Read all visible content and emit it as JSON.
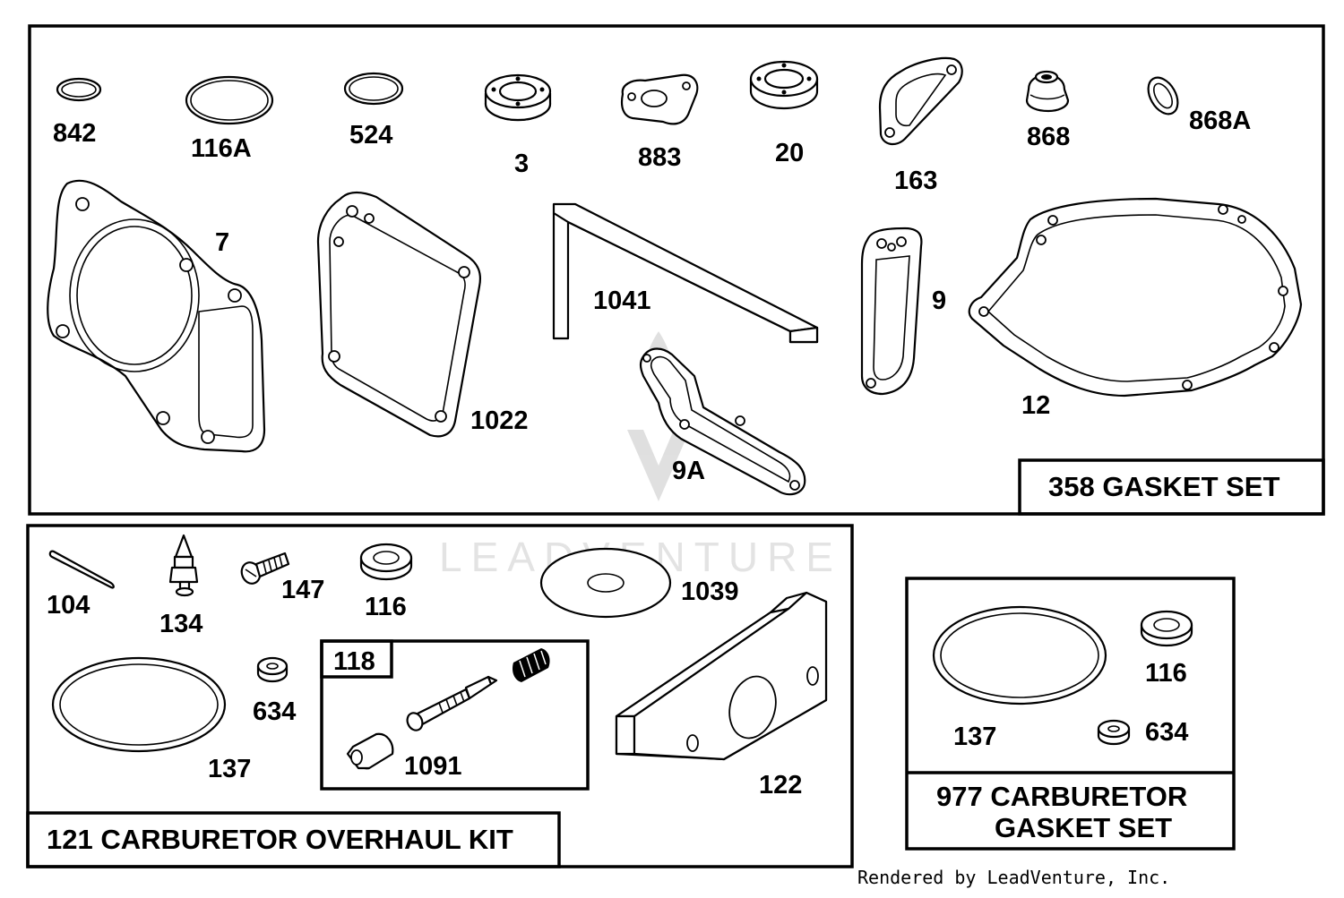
{
  "labels": {
    "p842": "842",
    "p116a": "116A",
    "p524": "524",
    "p3": "3",
    "p883": "883",
    "p20": "20",
    "p163": "163",
    "p868": "868",
    "p868a": "868A",
    "p7": "7",
    "p1022": "1022",
    "p1041": "1041",
    "p9": "9",
    "p12": "12",
    "p9a": "9A",
    "p104": "104",
    "p134": "134",
    "p147": "147",
    "p116": "116",
    "p1039": "1039",
    "p634": "634",
    "p137": "137",
    "p118": "118",
    "p1091": "1091",
    "p122": "122",
    "c137": "137",
    "c116": "116",
    "c634": "634"
  },
  "kits": {
    "gasket_set": "358 GASKET SET",
    "overhaul_kit": "121 CARBURETOR OVERHAUL KIT",
    "carb_gasket_line1": "977 CARBURETOR",
    "carb_gasket_line2": "GASKET SET"
  },
  "watermark": "LEADVENTURE",
  "credit": "Rendered by LeadVenture, Inc."
}
